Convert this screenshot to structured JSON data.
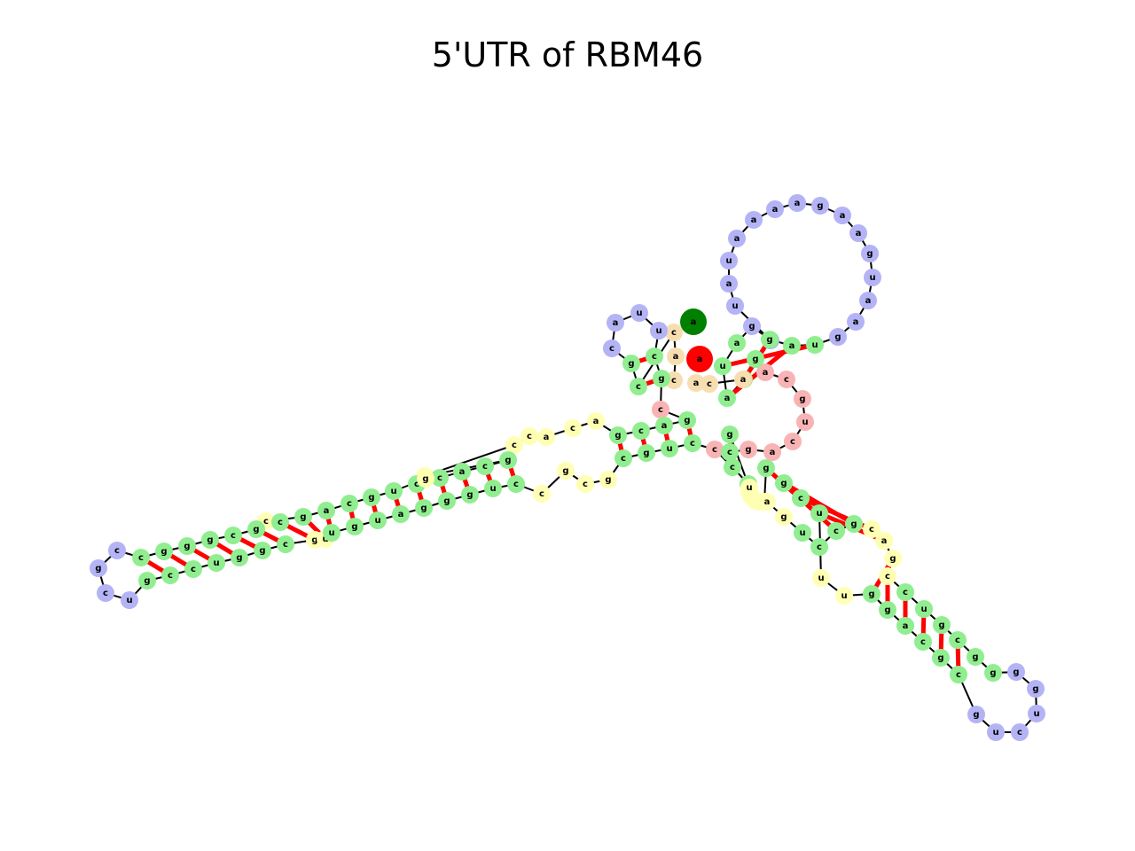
{
  "title": "5'UTR of RBM46",
  "colors": {
    "stem": "#90ee90",
    "hairpin_loop": "#b3b3f5",
    "interior_loop": "#ffffb3",
    "multiloop": "#f8b4b4",
    "external": "#f7deb0",
    "pair_bond": "#ff0000",
    "backbone": "#000000",
    "five_prime_marker": "#008000",
    "three_prime_marker": "#ff0000"
  },
  "markers": {
    "five_prime": "a",
    "three_prime": "a"
  },
  "nucleotides": [
    {
      "b": "c",
      "t": "external"
    },
    {
      "b": "a",
      "t": "external"
    },
    {
      "b": "c",
      "t": "external"
    },
    {
      "b": "c",
      "t": "stem"
    },
    {
      "b": "g",
      "t": "stem"
    },
    {
      "b": "c",
      "t": "hairpin_loop"
    },
    {
      "b": "a",
      "t": "hairpin_loop"
    },
    {
      "b": "u",
      "t": "hairpin_loop"
    },
    {
      "b": "u",
      "t": "hairpin_loop"
    },
    {
      "b": "c",
      "t": "stem"
    },
    {
      "b": "g",
      "t": "stem"
    },
    {
      "b": "c",
      "t": "multiloop"
    },
    {
      "b": "g",
      "t": "stem"
    },
    {
      "b": "a",
      "t": "stem"
    },
    {
      "b": "c",
      "t": "stem"
    },
    {
      "b": "g",
      "t": "stem"
    },
    {
      "b": "a",
      "t": "interior_loop"
    },
    {
      "b": "c",
      "t": "interior_loop"
    },
    {
      "b": "a",
      "t": "interior_loop"
    },
    {
      "b": "c",
      "t": "interior_loop"
    },
    {
      "b": "c",
      "t": "interior_loop"
    },
    {
      "b": "a",
      "t": "interior_loop"
    },
    {
      "b": "g",
      "t": "stem"
    },
    {
      "b": "c",
      "t": "stem"
    },
    {
      "b": "a",
      "t": "stem"
    },
    {
      "b": "c",
      "t": "stem"
    },
    {
      "b": "c",
      "t": "stem"
    },
    {
      "b": "g",
      "t": "interior_loop"
    },
    {
      "b": "u",
      "t": "stem"
    },
    {
      "b": "g",
      "t": "stem"
    },
    {
      "b": "c",
      "t": "stem"
    },
    {
      "b": "a",
      "t": "stem"
    },
    {
      "b": "g",
      "t": "stem"
    },
    {
      "b": "c",
      "t": "interior_loop"
    },
    {
      "b": "c",
      "t": "stem"
    },
    {
      "b": "g",
      "t": "stem"
    },
    {
      "b": "c",
      "t": "stem"
    },
    {
      "b": "g",
      "t": "stem"
    },
    {
      "b": "g",
      "t": "stem"
    },
    {
      "b": "g",
      "t": "stem"
    },
    {
      "b": "c",
      "t": "stem"
    },
    {
      "b": "c",
      "t": "hairpin_loop"
    },
    {
      "b": "g",
      "t": "hairpin_loop"
    },
    {
      "b": "c",
      "t": "hairpin_loop"
    },
    {
      "b": "u",
      "t": "hairpin_loop"
    },
    {
      "b": "g",
      "t": "stem"
    },
    {
      "b": "c",
      "t": "stem"
    },
    {
      "b": "c",
      "t": "stem"
    },
    {
      "b": "u",
      "t": "stem"
    },
    {
      "b": "g",
      "t": "stem"
    },
    {
      "b": "g",
      "t": "stem"
    },
    {
      "b": "c",
      "t": "stem"
    },
    {
      "b": "g",
      "t": "interior_loop"
    },
    {
      "b": "u",
      "t": "interior_loop"
    },
    {
      "b": "u",
      "t": "stem"
    },
    {
      "b": "g",
      "t": "stem"
    },
    {
      "b": "u",
      "t": "stem"
    },
    {
      "b": "a",
      "t": "stem"
    },
    {
      "b": "g",
      "t": "stem"
    },
    {
      "b": "g",
      "t": "stem"
    },
    {
      "b": "g",
      "t": "stem"
    },
    {
      "b": "u",
      "t": "stem"
    },
    {
      "b": "c",
      "t": "stem"
    },
    {
      "b": "c",
      "t": "interior_loop"
    },
    {
      "b": "g",
      "t": "interior_loop"
    },
    {
      "b": "c",
      "t": "interior_loop"
    },
    {
      "b": "g",
      "t": "interior_loop"
    },
    {
      "b": "c",
      "t": "stem"
    },
    {
      "b": "g",
      "t": "stem"
    },
    {
      "b": "u",
      "t": "stem"
    },
    {
      "b": "c",
      "t": "stem"
    },
    {
      "b": "c",
      "t": "multiloop"
    },
    {
      "b": "c",
      "t": "stem"
    },
    {
      "b": "g",
      "t": "stem"
    },
    {
      "b": "c",
      "t": "interior_loop"
    },
    {
      "b": "u",
      "t": "interior_loop"
    },
    {
      "b": "u",
      "t": "interior_loop"
    },
    {
      "b": "g",
      "t": "interior_loop"
    },
    {
      "b": "a",
      "t": "interior_loop"
    },
    {
      "b": "g",
      "t": "stem"
    },
    {
      "b": "g",
      "t": "stem"
    },
    {
      "b": "c",
      "t": "stem"
    },
    {
      "b": "u",
      "t": "stem"
    },
    {
      "b": "u",
      "t": "interior_loop"
    },
    {
      "b": "u",
      "t": "interior_loop"
    },
    {
      "b": "g",
      "t": "stem"
    },
    {
      "b": "g",
      "t": "stem"
    },
    {
      "b": "a",
      "t": "stem"
    },
    {
      "b": "c",
      "t": "stem"
    },
    {
      "b": "g",
      "t": "stem"
    },
    {
      "b": "c",
      "t": "stem"
    },
    {
      "b": "g",
      "t": "hairpin_loop"
    },
    {
      "b": "u",
      "t": "hairpin_loop"
    },
    {
      "b": "c",
      "t": "hairpin_loop"
    },
    {
      "b": "u",
      "t": "hairpin_loop"
    },
    {
      "b": "g",
      "t": "hairpin_loop"
    },
    {
      "b": "g",
      "t": "hairpin_loop"
    },
    {
      "b": "g",
      "t": "stem"
    },
    {
      "b": "g",
      "t": "stem"
    },
    {
      "b": "c",
      "t": "stem"
    },
    {
      "b": "g",
      "t": "stem"
    },
    {
      "b": "u",
      "t": "stem"
    },
    {
      "b": "c",
      "t": "stem"
    },
    {
      "b": "c",
      "t": "interior_loop"
    },
    {
      "b": "g",
      "t": "interior_loop"
    },
    {
      "b": "a",
      "t": "interior_loop"
    },
    {
      "b": "c",
      "t": "interior_loop"
    },
    {
      "b": "g",
      "t": "stem"
    },
    {
      "b": "c",
      "t": "stem"
    },
    {
      "b": "c",
      "t": "stem"
    },
    {
      "b": "u",
      "t": "stem"
    },
    {
      "b": "g",
      "t": "interior_loop"
    },
    {
      "b": "a",
      "t": "interior_loop"
    },
    {
      "b": "u",
      "t": "interior_loop"
    },
    {
      "b": "g",
      "t": "stem"
    },
    {
      "b": "c",
      "t": "stem"
    },
    {
      "b": "g",
      "t": "multiloop"
    },
    {
      "b": "a",
      "t": "multiloop"
    },
    {
      "b": "c",
      "t": "multiloop"
    },
    {
      "b": "u",
      "t": "multiloop"
    },
    {
      "b": "g",
      "t": "multiloop"
    },
    {
      "b": "c",
      "t": "multiloop"
    },
    {
      "b": "a",
      "t": "multiloop"
    },
    {
      "b": "c",
      "t": "stem"
    },
    {
      "b": "a",
      "t": "stem"
    },
    {
      "b": "u",
      "t": "stem"
    },
    {
      "b": "a",
      "t": "stem"
    },
    {
      "b": "g",
      "t": "hairpin_loop"
    },
    {
      "b": "a",
      "t": "hairpin_loop"
    },
    {
      "b": "u",
      "t": "hairpin_loop"
    },
    {
      "b": "a",
      "t": "hairpin_loop"
    },
    {
      "b": "u",
      "t": "hairpin_loop"
    },
    {
      "b": "a",
      "t": "hairpin_loop"
    },
    {
      "b": "a",
      "t": "hairpin_loop"
    },
    {
      "b": "a",
      "t": "hairpin_loop"
    },
    {
      "b": "a",
      "t": "hairpin_loop"
    },
    {
      "b": "g",
      "t": "hairpin_loop"
    },
    {
      "b": "a",
      "t": "hairpin_loop"
    },
    {
      "b": "a",
      "t": "hairpin_loop"
    },
    {
      "b": "g",
      "t": "hairpin_loop"
    },
    {
      "b": "u",
      "t": "hairpin_loop"
    },
    {
      "b": "a",
      "t": "hairpin_loop"
    },
    {
      "b": "a",
      "t": "hairpin_loop"
    },
    {
      "b": "g",
      "t": "hairpin_loop"
    },
    {
      "b": "u",
      "t": "stem"
    },
    {
      "b": "a",
      "t": "stem"
    },
    {
      "b": "g",
      "t": "stem"
    },
    {
      "b": "g",
      "t": "stem"
    },
    {
      "b": "a",
      "t": "external"
    },
    {
      "b": "c",
      "t": "external"
    },
    {
      "b": "a",
      "t": "external"
    }
  ]
}
